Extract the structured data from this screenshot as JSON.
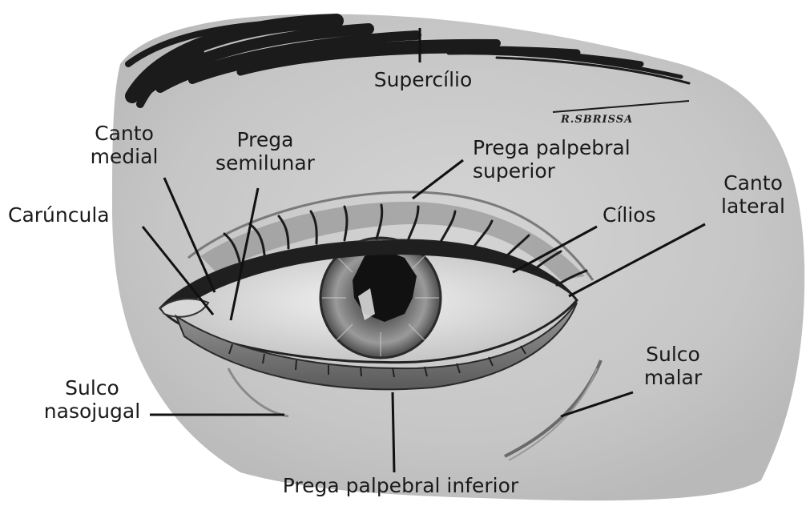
{
  "labels": {
    "supercilio": "Supercílio",
    "canto_medial": "Canto\nmedial",
    "prega_semilunar": "Prega\nsemilunar",
    "prega_palpebral_superior": "Prega palpebral\nsuperior",
    "carunculA": "Carúncula",
    "cilios": "Cílios",
    "canto_lateral": "Canto\nlateral",
    "sulco_malar": "Sulco\nmalar",
    "sulco_nasojugal": "Sulco\nnasojugal",
    "prega_palpebral_inferior": "Prega palpebral inferior"
  },
  "signature": "R.SBRISSA",
  "colors": {
    "skin": "#c9c9c9",
    "brow": "#1b1b1b",
    "leader": "#111111"
  }
}
